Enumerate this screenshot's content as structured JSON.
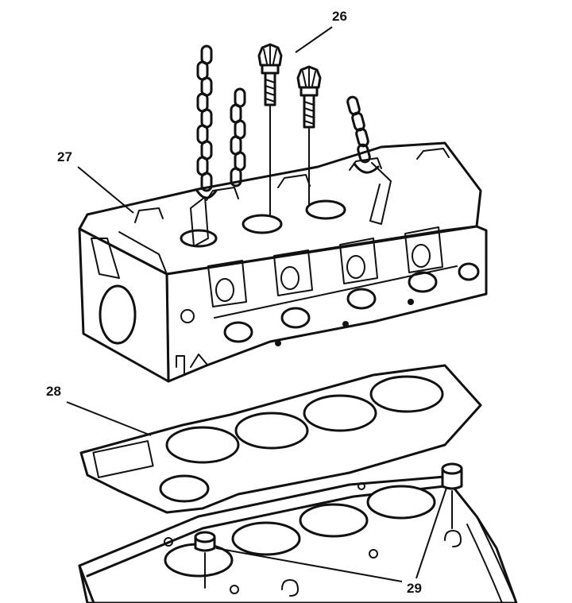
{
  "callouts": [
    {
      "id": "26",
      "label": "26"
    },
    {
      "id": "27",
      "label": "27"
    },
    {
      "id": "28",
      "label": "28"
    },
    {
      "id": "29",
      "label": "29"
    }
  ],
  "colors": {
    "ink": "#111111",
    "paper": "#ffffff"
  }
}
